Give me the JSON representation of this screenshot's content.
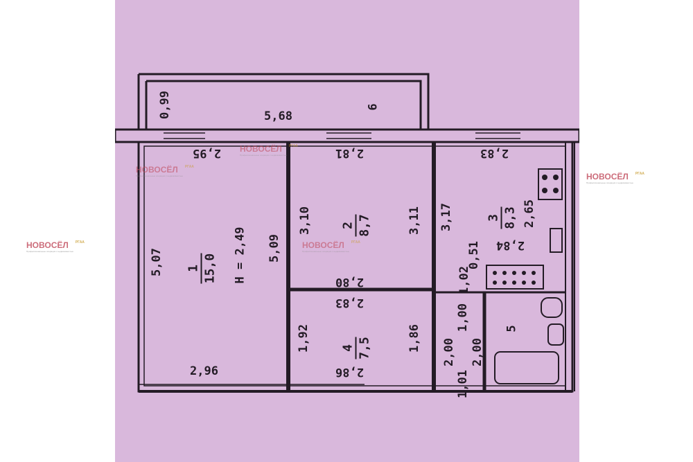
{
  "rooms": [
    {
      "num": "1",
      "area": "15,0",
      "height": "H = 2,49"
    },
    {
      "num": "2",
      "area": "8,7"
    },
    {
      "num": "3",
      "area": "8,3"
    },
    {
      "num": "4",
      "area": "7,5"
    },
    {
      "num": "5"
    },
    {
      "num": "6"
    }
  ],
  "dims": {
    "balcony_depth": "0,99",
    "balcony_len": "5,68",
    "r1_top": "2,95",
    "r1_side": "5,07",
    "r1_bottom": "2,96",
    "wall_12": "5,09",
    "r2_left": "3,10",
    "r2_top": "2,81",
    "r2_right": "3,11",
    "r2_bottom": "2,80",
    "r3_top": "2,83",
    "r3_left": "3,17",
    "r3_right": "2,65",
    "r3_a": "0,51",
    "r3_b": "2,84",
    "hall_a": "1,02",
    "r4_top": "2,83",
    "r4_left": "1,92",
    "r4_right": "1,86",
    "r4_bottom": "2,86",
    "corr_a": "1,00",
    "corr_b": "2,00",
    "corr_c": "2,00",
    "corr_d": "1,01"
  },
  "watermark": {
    "brand": "НОВОСЁЛ",
    "sub": "Профессиональные операции с недвижимостью",
    "badge": "РГАА"
  },
  "colors": {
    "paper": "#d9b8dc",
    "ink": "#231b25",
    "brand": "#c0485a"
  }
}
